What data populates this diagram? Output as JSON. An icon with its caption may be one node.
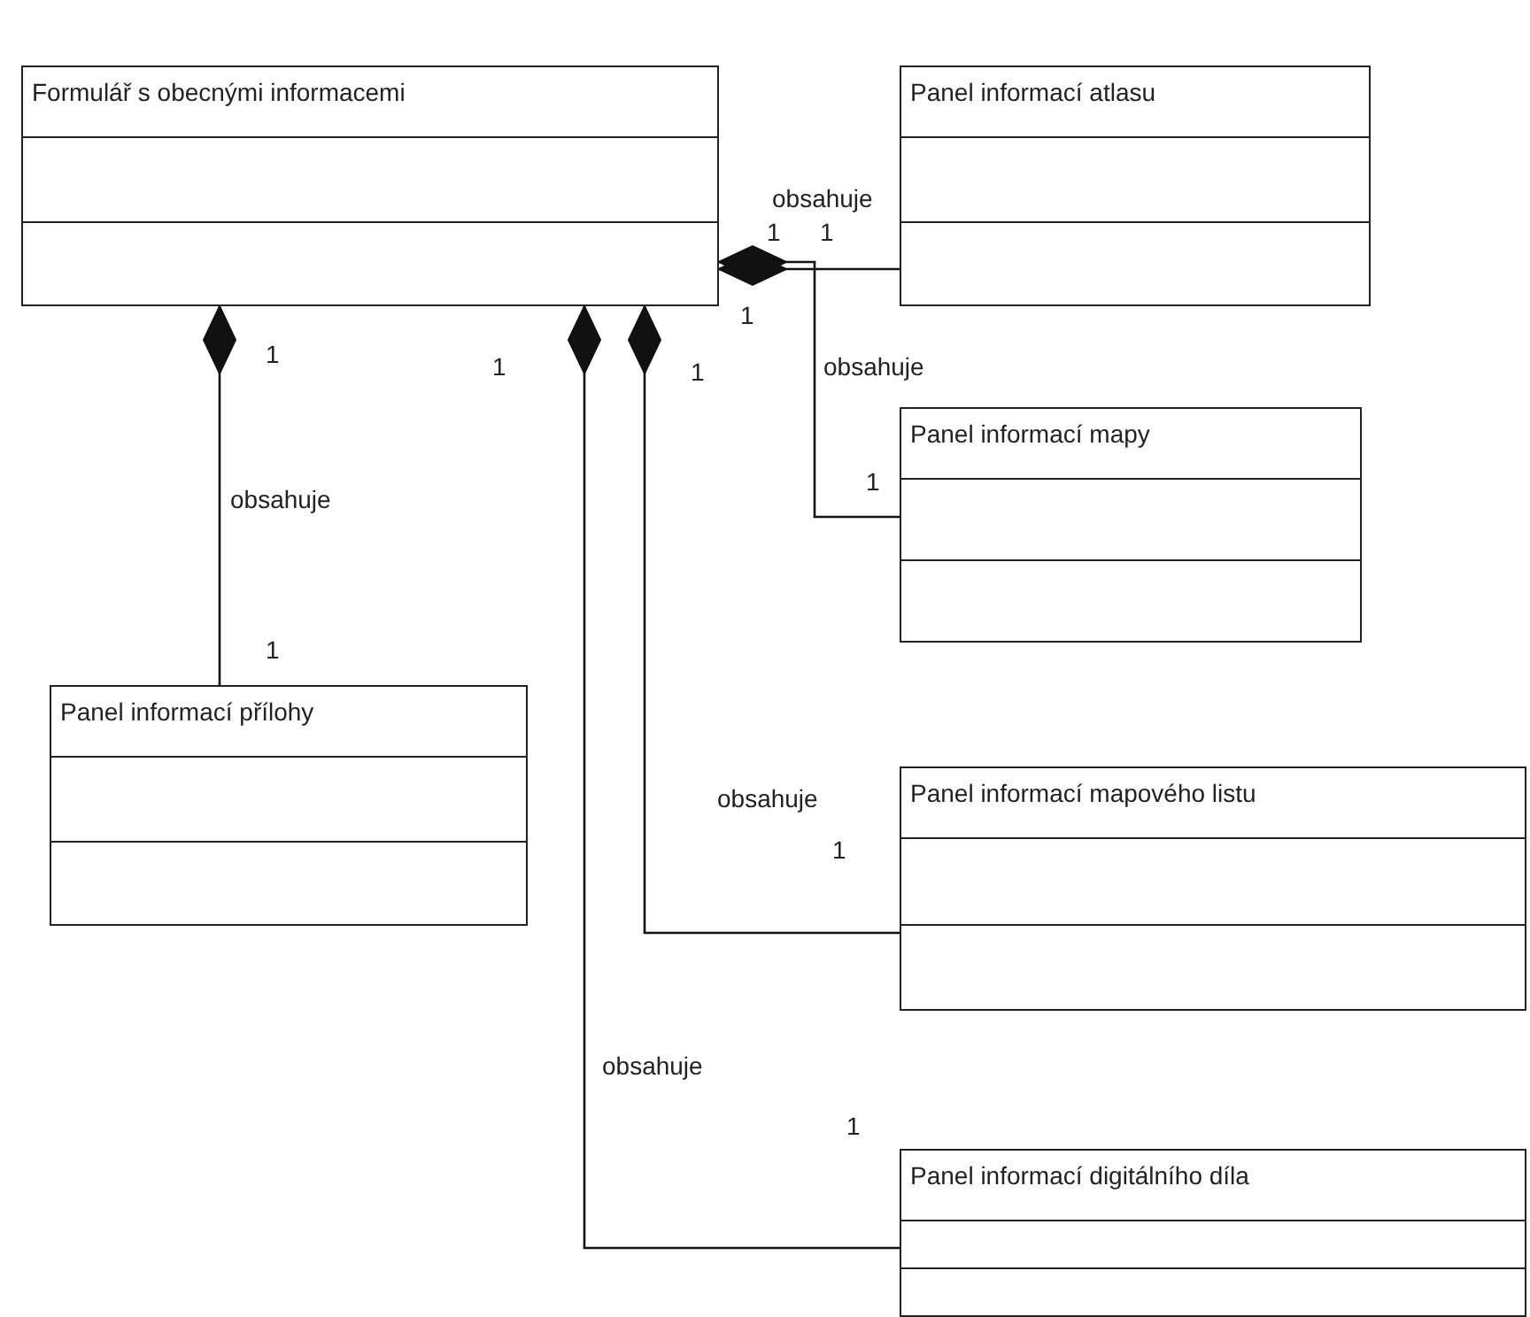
{
  "diagram": {
    "nodes": [
      {
        "text": [
          "Formulář s obecnými informacemi"
        ]
      },
      {
        "text": [
          "Panel informací atlasu"
        ]
      },
      {
        "text": [
          "Panel informací mapy"
        ]
      },
      {
        "text": [
          "Panel informací přílohy"
        ]
      },
      {
        "text": [
          "Panel informací mapového listu"
        ]
      },
      {
        "text": [
          "Panel informací digitálního díla"
        ]
      }
    ],
    "edges": [
      {
        "from": 0,
        "to": 1,
        "arrow": "other",
        "label": "obsahuje"
      },
      {
        "from": 0,
        "to": 2,
        "arrow": "other",
        "label": "obsahuje"
      },
      {
        "from": 0,
        "to": 3,
        "arrow": "other",
        "label": "obsahuje"
      },
      {
        "from": 0,
        "to": 5,
        "arrow": "other",
        "label": "obsahuje"
      },
      {
        "from": 0,
        "to": 4,
        "arrow": "other",
        "label": "obsahuje"
      }
    ],
    "labels": [
      "1",
      "1",
      "1",
      "1",
      "1",
      "1",
      "1",
      "1",
      "1",
      "1"
    ]
  }
}
